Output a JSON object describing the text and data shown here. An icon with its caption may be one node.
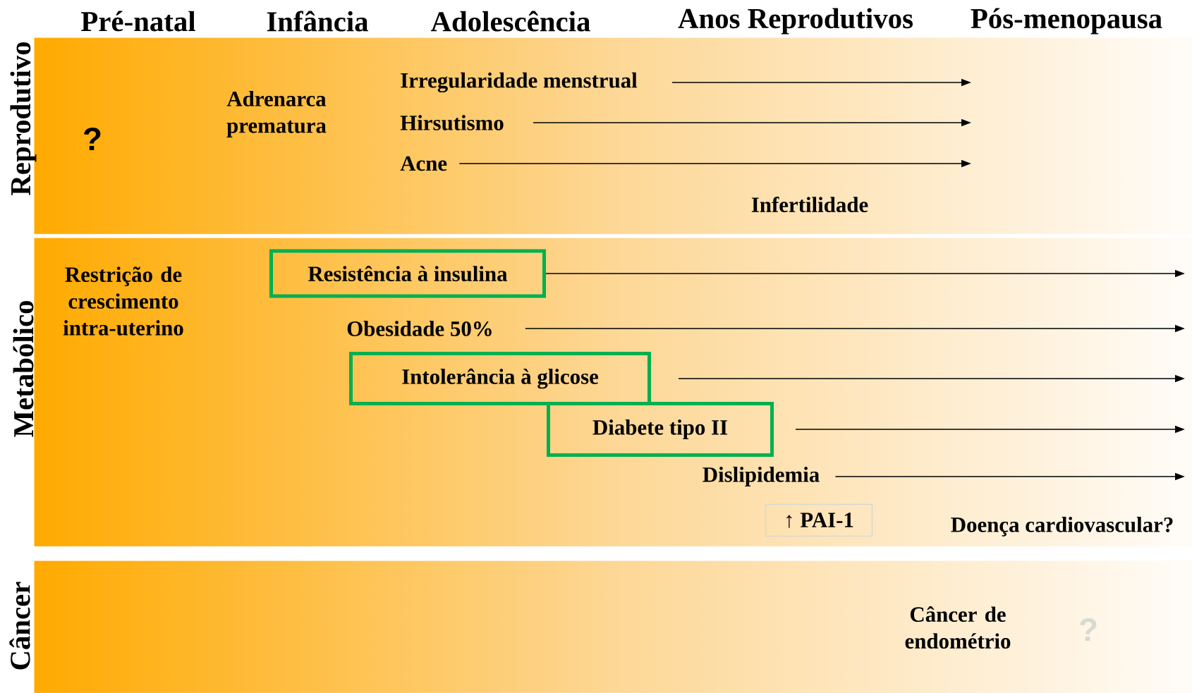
{
  "diagram": {
    "nodes": [
      {
        "text": [
          "Reprodutivo"
        ]
      },
      {
        "text": [
          "Irregularidade menstrual"
        ],
        "in": 0
      },
      {
        "text": [
          "Hirsutismo"
        ],
        "in": 0
      },
      {
        "text": [
          "Acne"
        ],
        "in": 0
      },
      {
        "text": [
          "Metabólico"
        ]
      },
      {
        "text": [
          "Resistência à insulina"
        ],
        "in": 4
      },
      {
        "text": [
          "Obesidade  50%"
        ],
        "in": 4
      },
      {
        "text": [
          "Intolerância à glicose"
        ],
        "in": 4
      },
      {
        "text": [
          "Diabete tipo II"
        ],
        "in": 4
      },
      {
        "text": [
          "Dislipidemia"
        ],
        "in": 4
      },
      {
        "text": [
          "↑ PAI-1"
        ],
        "in": 4
      },
      {
        "text": [
          "Câncer"
        ]
      }
    ],
    "edges": [
      {
        "from": 1,
        "to": null,
        "arrow": "to"
      },
      {
        "from": 2,
        "to": null,
        "arrow": "to"
      },
      {
        "from": 3,
        "to": null,
        "arrow": "to"
      },
      {
        "from": 5,
        "to": null,
        "arrow": "to"
      },
      {
        "from": 6,
        "to": null,
        "arrow": "to"
      },
      {
        "from": 7,
        "to": null,
        "arrow": "to"
      },
      {
        "from": 8,
        "to": null,
        "arrow": "to"
      },
      {
        "from": 9,
        "to": null,
        "arrow": "to"
      }
    ],
    "labels": [
      "Pré-natal",
      "Infância",
      "Adolescência",
      "Anos Reprodutivos",
      "Pós-menopausa",
      "?",
      "Adrenarca prematura",
      "Infertilidade",
      "Restrição de crescimento intra-uterino",
      "Doença cardiovascular?",
      "Câncer de endométrio",
      "?"
    ]
  }
}
